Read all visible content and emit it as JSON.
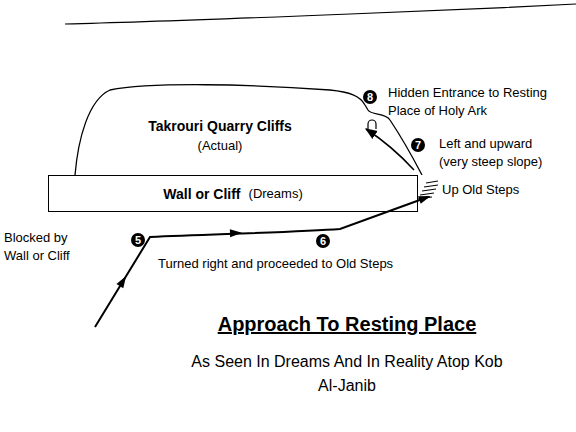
{
  "diagram": {
    "title": "Approach To Resting Place",
    "caption": "As Seen In Dreams And In Reality Atop Kob Al-Janib",
    "nodes": [
      {
        "text": [
          "Takrouri Quarry Cliffs",
          "(Actual)"
        ]
      },
      {
        "text": [
          "Wall or Cliff",
          "(Dreams)"
        ]
      }
    ],
    "labels": [
      "Blocked by Wall or Cliff",
      "5",
      "Turned right and proceeded to Old Steps",
      "6",
      "Up Old Steps",
      "7",
      "Left and upward (very steep slope)",
      "8",
      "Hidden Entrance to Resting Place of Holy Ark"
    ]
  }
}
